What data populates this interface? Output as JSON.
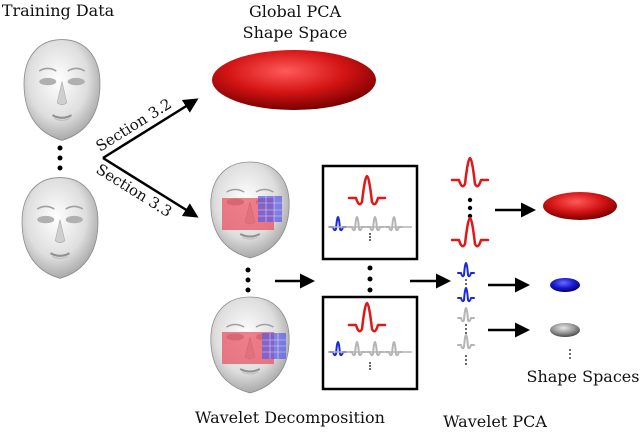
{
  "labels": {
    "training_data": "Training Data",
    "global_pca_line1": "Global PCA",
    "global_pca_line2": "Shape Space",
    "section_32": "Section 3.2",
    "section_33": "Section 3.3",
    "wavelet_decomposition": "Wavelet Decomposition",
    "wavelet_pca": "Wavelet PCA",
    "shape_spaces": "Shape Spaces"
  },
  "colors": {
    "ellipse_red": "#d41414",
    "ellipse_blue": "#1a1ad0",
    "ellipse_gray": "#9a9a9a",
    "wavelet_red": "#e01818",
    "wavelet_blue": "#1a2ad8",
    "wavelet_gray": "#b4b4b4",
    "patch_red": "#e84a5a",
    "patch_blue": "#5a5ae8"
  },
  "icons": {
    "face": "face-mesh-icon",
    "ellipse": "shape-space-ellipse-icon",
    "wavelet": "wavelet-icon"
  }
}
